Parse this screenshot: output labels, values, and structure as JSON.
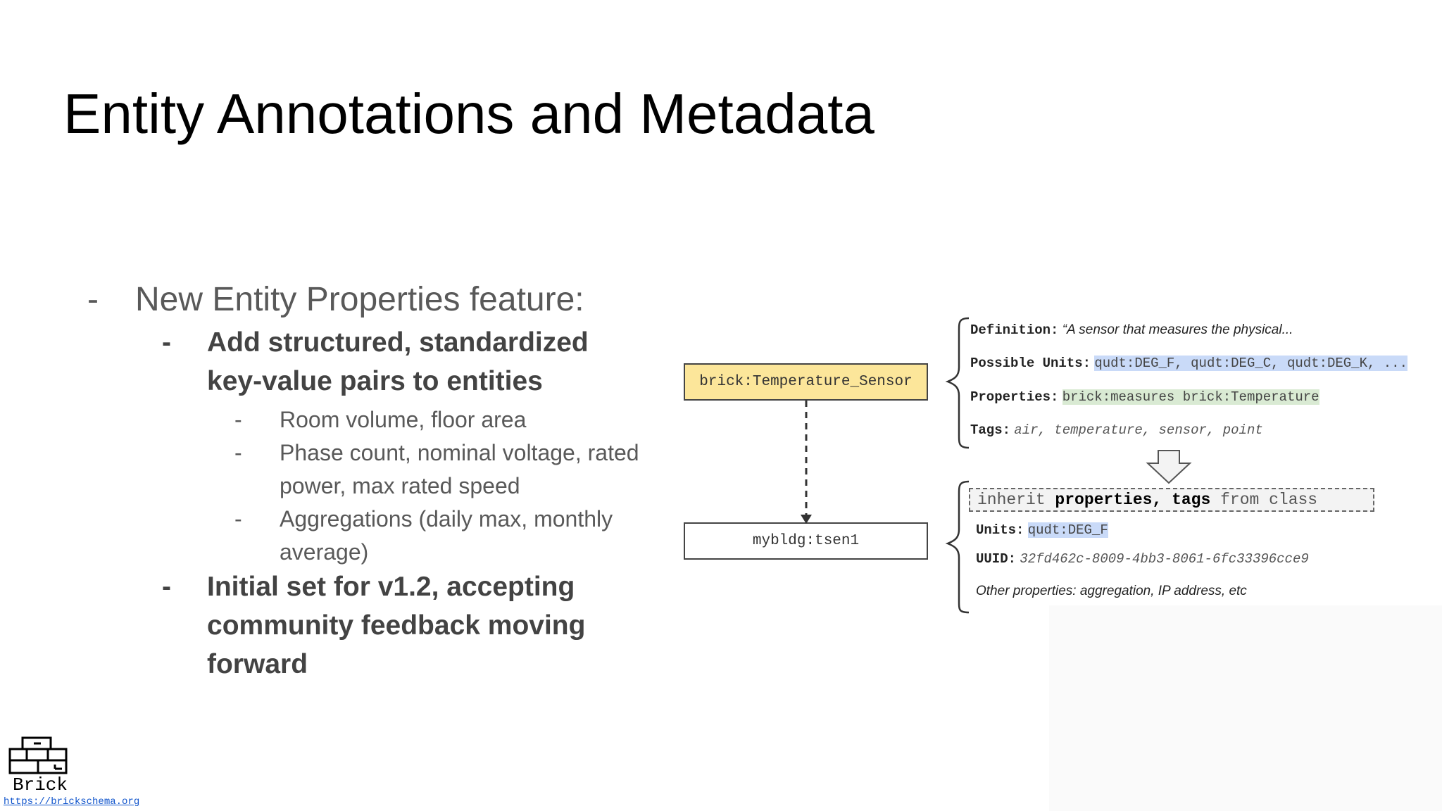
{
  "title": "Entity Annotations and Metadata",
  "bullets": {
    "l1": {
      "dash": "-",
      "text": "New Entity Properties feature:"
    },
    "b2a": {
      "dash": "-",
      "line1": "Add structured, standardized",
      "line2": "key-value pairs to entities"
    },
    "s1": {
      "dash": "-",
      "text": "Room volume, floor area"
    },
    "s2": {
      "dash": "-",
      "line1": "Phase count, nominal voltage, rated",
      "line2": "power, max rated speed"
    },
    "s3": {
      "dash": "-",
      "line1": "Aggregations (daily max, monthly",
      "line2": "average)"
    },
    "b2b": {
      "dash": "-",
      "line1": "Initial set for v1.2, accepting",
      "line2": "community feedback moving",
      "line3": "forward"
    }
  },
  "diagram": {
    "class_box": "brick:Temperature_Sensor",
    "instance_box": "mybldg:tsen1",
    "class_props": {
      "definition_key": "Definition:",
      "definition_val": "“A sensor that measures the physical...",
      "units_key": "Possible Units:",
      "units_val": "qudt:DEG_F, qudt:DEG_C, qudt:DEG_K, ...",
      "properties_key": "Properties:",
      "properties_val": "brick:measures brick:Temperature",
      "tags_key": "Tags:",
      "tags_val": "air, temperature, sensor, point"
    },
    "inherit": {
      "w1": "inherit ",
      "w2": "properties",
      "w3": ", ",
      "w4": "tags",
      "w5": " from class"
    },
    "instance_props": {
      "units_key": "Units:",
      "units_val": "qudt:DEG_F",
      "uuid_key": "UUID:",
      "uuid_val": "32fd462c-8009-4bb3-8061-6fc33396cce9",
      "other": "Other properties: aggregation, IP address, etc"
    }
  },
  "logo": {
    "name": "Brick",
    "url": "https://brickschema.org "
  },
  "colors": {
    "class_box_fill": "#fce69a",
    "class_box_border": "#444444",
    "units_highlight": "#c9daf8",
    "props_highlight": "#d9ead3"
  }
}
